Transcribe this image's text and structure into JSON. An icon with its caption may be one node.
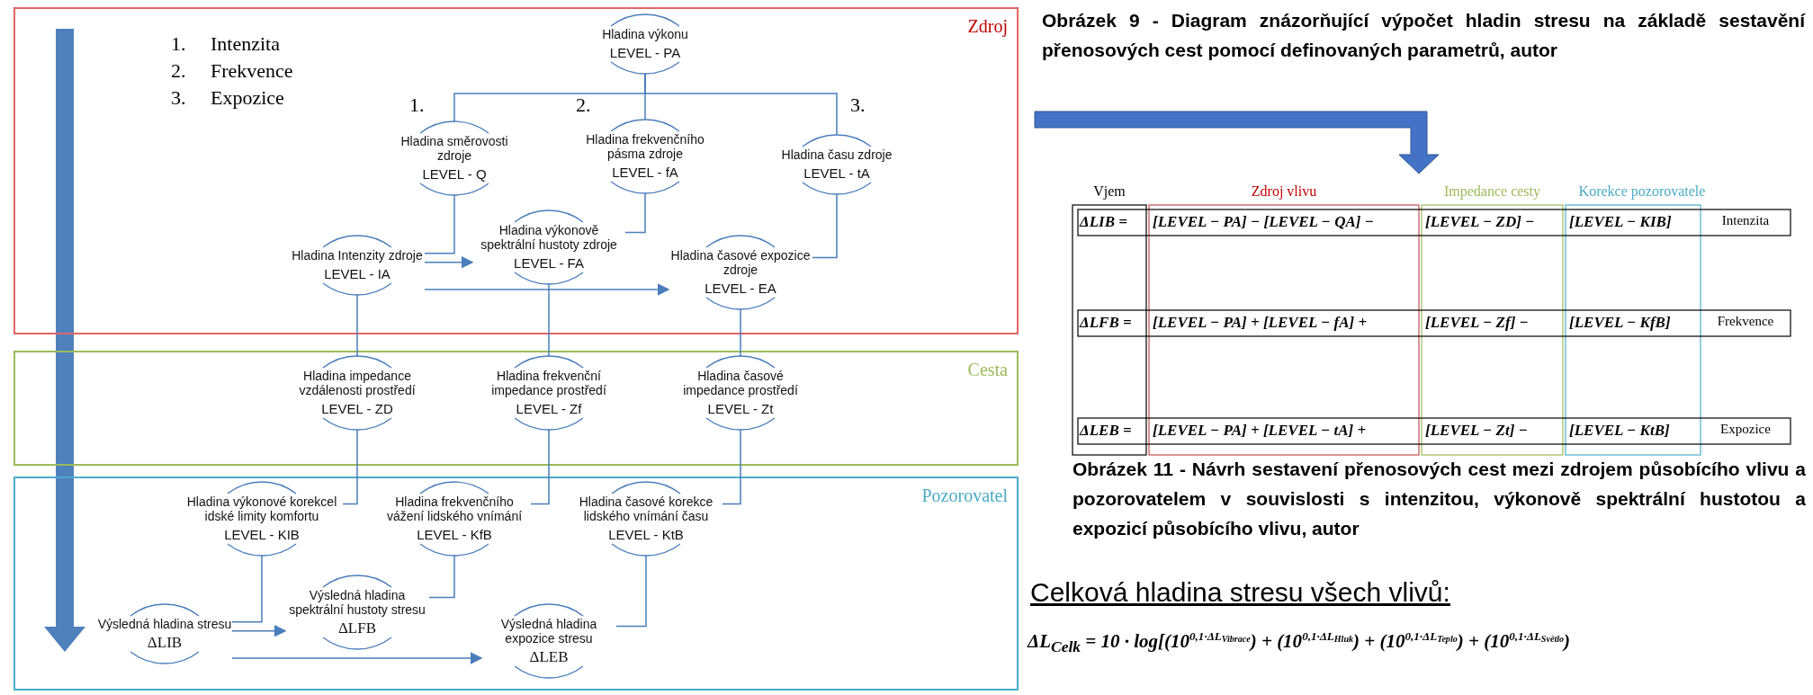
{
  "diagram": {
    "nodes": [
      {
        "text": [
          "Zdroj"
        ]
      },
      {
        "text": [
          "Cesta"
        ]
      },
      {
        "text": [
          "Pozorovatel"
        ]
      },
      {
        "text": [
          "Hladina výkonu",
          "LEVEL - PA"
        ],
        "in": 0
      },
      {
        "text": [
          "Hladina směrovosti zdroje",
          "LEVEL - Q"
        ],
        "in": 0
      },
      {
        "text": [
          "Hladina frekvenčního pásma zdroje",
          "LEVEL - fA"
        ],
        "in": 0
      },
      {
        "text": [
          "Hladina času zdroje",
          "LEVEL - tA"
        ],
        "in": 0
      },
      {
        "text": [
          "Hladina Intenzity zdroje",
          "LEVEL - IA"
        ],
        "in": 0
      },
      {
        "text": [
          "Hladina výkonově spektrální hustoty zdroje",
          "LEVEL - FA"
        ],
        "in": 0
      },
      {
        "text": [
          "Hladina časové expozice zdroje",
          "LEVEL - EA"
        ],
        "in": 0
      },
      {
        "text": [
          "Hladina impedance vzdálenosti prostředí",
          "LEVEL - ZD"
        ],
        "in": 1
      },
      {
        "text": [
          "Hladina frekvenční impedance prostředí",
          "LEVEL - Zf"
        ],
        "in": 1
      },
      {
        "text": [
          "Hladina časové impedance prostředí",
          "LEVEL - Zt"
        ],
        "in": 1
      },
      {
        "text": [
          "Hladina výkonové korekcel idské limity komfortu",
          "LEVEL - KIB"
        ],
        "in": 2
      },
      {
        "text": [
          "Hladina frekvenčního vážení lidského vnímání",
          "LEVEL - KfB"
        ],
        "in": 2
      },
      {
        "text": [
          "Hladina časové korekce lidského vnímání času",
          "LEVEL - KtB"
        ],
        "in": 2
      },
      {
        "text": [
          "Výsledná hladina stresu",
          "ΔLIB"
        ],
        "in": 2
      },
      {
        "text": [
          "Výsledná hladina spektrální hustoty stresu",
          "ΔLFB"
        ],
        "in": 2
      },
      {
        "text": [
          "Výsledná hladina expozice stresu",
          "ΔLEB"
        ],
        "in": 2
      }
    ],
    "edges": [
      {
        "from": 3,
        "to": 4,
        "arrow": "none"
      },
      {
        "from": 3,
        "to": 5,
        "arrow": "none"
      },
      {
        "from": 3,
        "to": 6,
        "arrow": "none"
      },
      {
        "from": 4,
        "to": 7,
        "arrow": "none"
      },
      {
        "from": 5,
        "to": 8,
        "arrow": "none"
      },
      {
        "from": 6,
        "to": 9,
        "arrow": "none"
      },
      {
        "from": 7,
        "to": 8,
        "arrow": "to"
      },
      {
        "from": 7,
        "to": 9,
        "arrow": "to"
      },
      {
        "from": 7,
        "to": 10,
        "arrow": "none"
      },
      {
        "from": 8,
        "to": 11,
        "arrow": "none"
      },
      {
        "from": 9,
        "to": 12,
        "arrow": "none"
      },
      {
        "from": 10,
        "to": 13,
        "arrow": "none"
      },
      {
        "from": 11,
        "to": 14,
        "arrow": "none"
      },
      {
        "from": 12,
        "to": 15,
        "arrow": "none"
      },
      {
        "from": 13,
        "to": 16,
        "arrow": "none"
      },
      {
        "from": 14,
        "to": 17,
        "arrow": "none"
      },
      {
        "from": 15,
        "to": 18,
        "arrow": "none"
      },
      {
        "from": 16,
        "to": 17,
        "arrow": "to"
      },
      {
        "from": 16,
        "to": 18,
        "arrow": "to"
      }
    ],
    "labels": [
      "1. Intenzita",
      "2. Frekvence",
      "3. Expozice",
      "1.",
      "2.",
      "3.",
      "Obrázek 9 - Diagram znázorňující výpočet hladin stresu na základě sestavění přenosových cest pomocí definovaných parametrů, autor",
      "Vjem",
      "Zdroj vlivu",
      "Impedance cesty",
      "Korekce pozorovatele",
      "ΔLIB =",
      "[LEVEL − PA] − [LEVEL − QA] −",
      "[LEVEL − ZD] −",
      "[LEVEL − KIB]",
      "Intenzita",
      "ΔLFB =",
      "[LEVEL − PA] + [LEVEL − fA] +",
      "[LEVEL − Zf] −",
      "[LEVEL − KfB]",
      "Frekvence",
      "ΔLEB =",
      "[LEVEL − PA] + [LEVEL − tA] +",
      "[LEVEL − Zt] −",
      "[LEVEL − KtB]",
      "Expozice",
      "Obrázek 11 - Návrh sestavení přenosových cest mezi zdrojem působícího vlivu a pozorovatelem v souvislosti s intenzitou, výkonově spektrální hustotou a expozicí působícího vlivu, autor",
      "Celková hladina stresu všech vlivů:",
      "ΔL$_{Celk}$ = 10 · log[(10$^{0,1·ΔL}$$_{Vibrace}$) + (10$^{0,1·ΔL}$$_{Hluk}$) + (10$^{0,1·ΔL}$$_{Teplo}$) + (10$^{0,1·ΔL}$$_{Světlo}$)"
    ]
  }
}
